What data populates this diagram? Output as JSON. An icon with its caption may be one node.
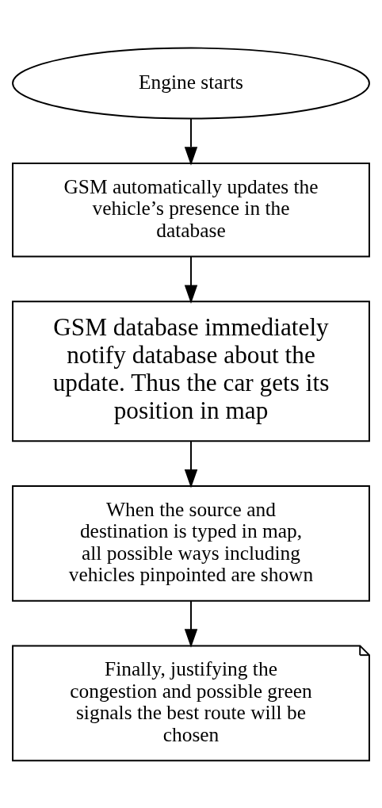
{
  "diagram": {
    "nodes": [
      {
        "text": [
          "Engine starts"
        ]
      },
      {
        "text": [
          "GSM automatically updates the vehicle’s presence in the database"
        ]
      },
      {
        "text": [
          "GSM database immediately notify database about the update. Thus the car gets its position in map"
        ]
      },
      {
        "text": [
          "When the source and destination is typed in map, all possible ways including vehicles pinpointed are shown"
        ]
      },
      {
        "text": [
          "Finally, justifying the congestion and possible green signals the best route will be chosen"
        ]
      }
    ],
    "edges": [
      {
        "from": 0,
        "to": 1,
        "arrow": "to"
      },
      {
        "from": 1,
        "to": 2,
        "arrow": "to"
      },
      {
        "from": 2,
        "to": 3,
        "arrow": "to"
      },
      {
        "from": 3,
        "to": 4,
        "arrow": "to"
      }
    ]
  }
}
